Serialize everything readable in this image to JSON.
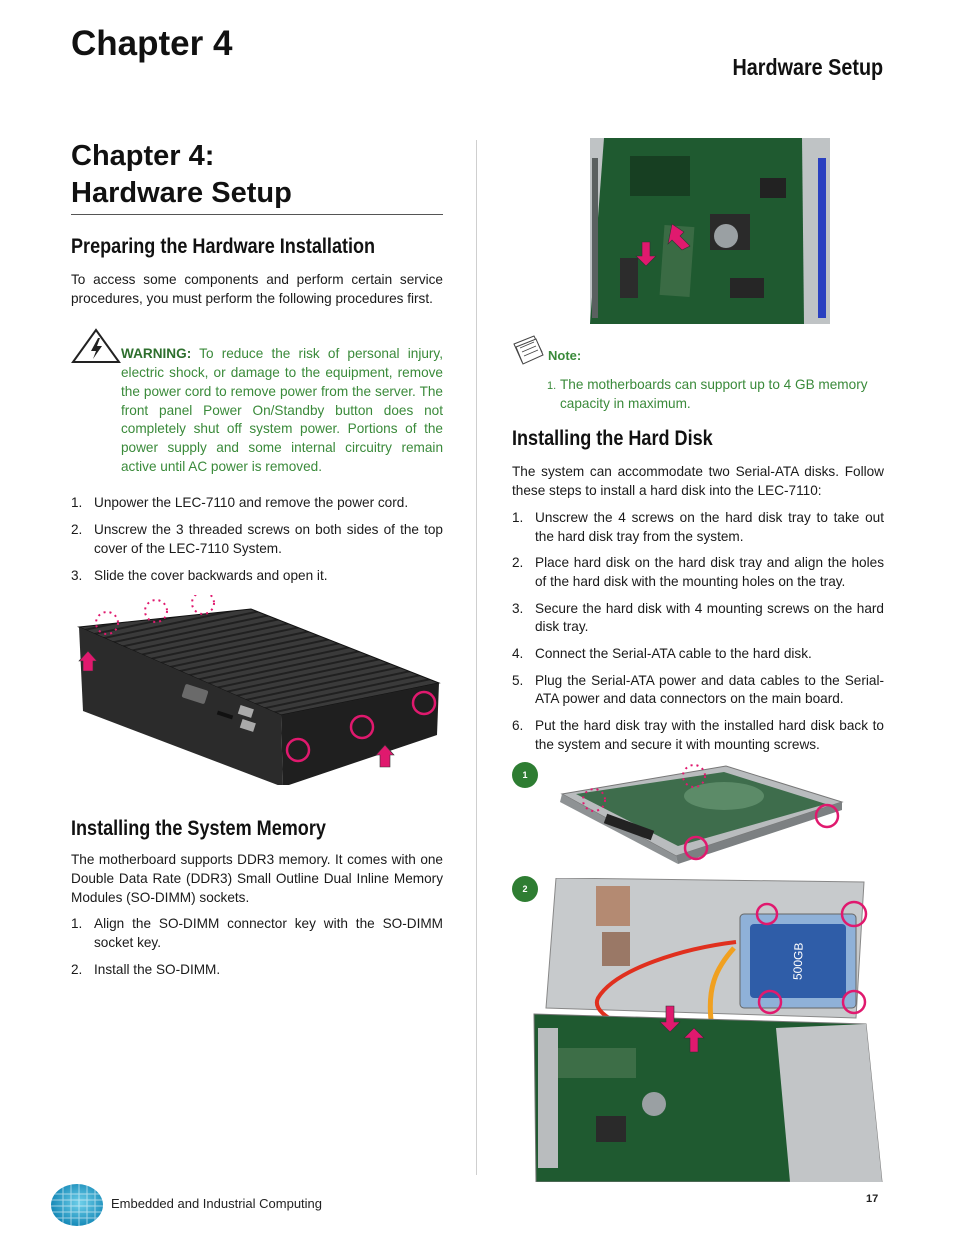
{
  "header": {
    "chapter": "Chapter 4",
    "section": "Hardware Setup"
  },
  "left": {
    "chapter_title_line1": "Chapter 4:",
    "chapter_title_line2": "Hardware Setup",
    "prep_heading": "Preparing the Hardware Installation",
    "prep_intro": "To access some components and perform certain service procedures, you must perform  the following procedures first.",
    "warning_lead": "WARNING:",
    "warning_body": " To reduce the risk of personal injury, electric shock, or damage to the equipment, remove the power cord to remove power from the server. The front panel Power On/Standby button does not completely shut off system power. Portions of the power supply and some internal circuitry remain active until AC power is removed.",
    "prep_steps": [
      {
        "num": "1.",
        "text": "Unpower the LEC-7110 and remove the power cord."
      },
      {
        "num": "2.",
        "text": "Unscrew the 3 threaded screws on both sides of the top cover of the LEC-7110 System."
      },
      {
        "num": "3.",
        "text": "Slide the cover backwards and open it."
      }
    ],
    "mem_heading": "Installing the System Memory",
    "mem_intro": "The motherboard supports DDR3 memory.  It comes with one Double Data Rate (DDR3) Small Outline Dual Inline Memory Modules (SO-DIMM) sockets.",
    "mem_steps": [
      {
        "num": "1.",
        "text": "Align the SO-DIMM connector key with the SO-DIMM socket key."
      },
      {
        "num": "2.",
        "text": " Install the SO-DIMM."
      }
    ]
  },
  "right": {
    "note_label": "Note:",
    "note_num": "1.",
    "note_text": "The  motherboards can support up to 4 GB memory capacity in maximum.",
    "hdd_heading": "Installing the Hard Disk",
    "hdd_intro": "The system can accommodate two Serial-ATA disks. Follow these steps to install a hard disk into the LEC-7110:",
    "hdd_steps": [
      {
        "num": "1.",
        "text": "Unscrew the 4 screws on the hard disk tray to take out the hard disk tray from the system."
      },
      {
        "num": "2.",
        "text": "Place hard disk on the hard disk tray and align the holes of the hard disk with the mounting holes on the tray."
      },
      {
        "num": "3.",
        "text": "Secure the hard disk with 4 mounting screws on the hard disk tray."
      },
      {
        "num": "4.",
        "text": "Connect the Serial-ATA cable to the hard disk."
      },
      {
        "num": "5.",
        "text": "Plug the Serial-ATA power and data cables to the Serial-ATA power and data connectors on the main board."
      },
      {
        "num": "6.",
        "text": "Put the hard disk tray with the installed hard disk back to the system and secure it with mounting screws."
      }
    ],
    "badge1": "1",
    "badge2": "2",
    "hdd_label": "500GB"
  },
  "footer": {
    "company": "Embedded and Industrial Computing",
    "page": "17"
  },
  "colors": {
    "note_green": "#3a8a3a",
    "marker_magenta": "#e0196e",
    "badge_green": "#2e7d32"
  }
}
